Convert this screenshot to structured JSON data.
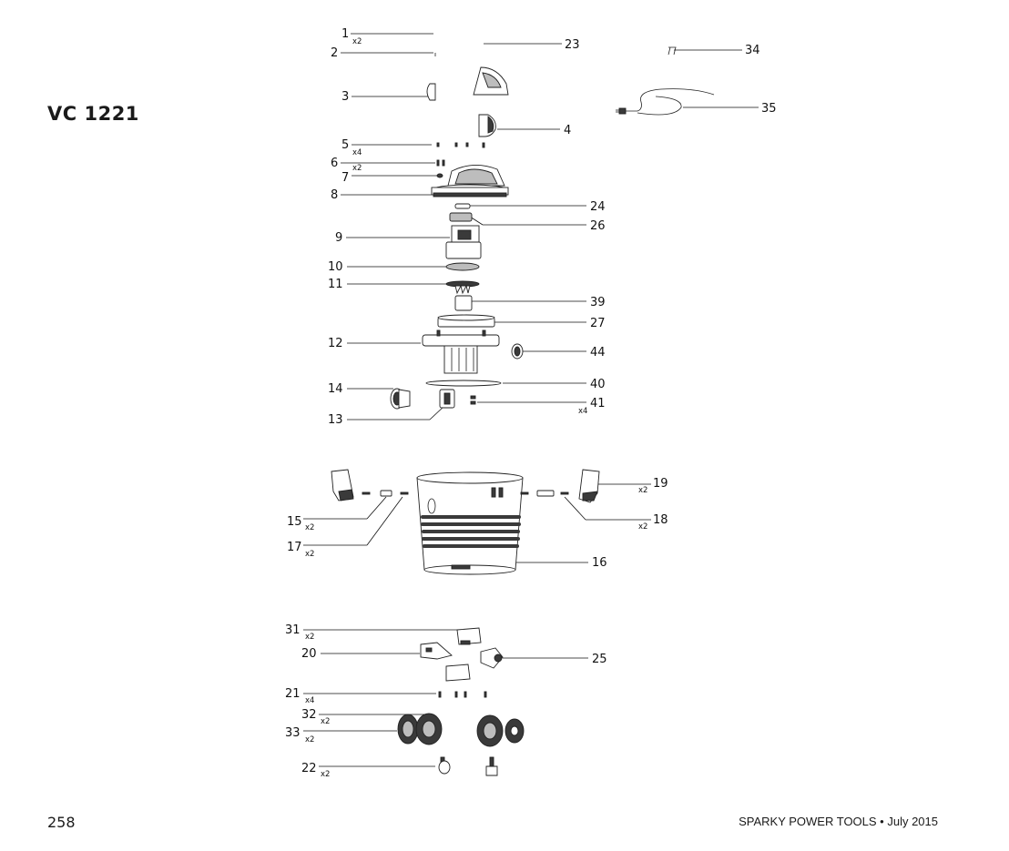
{
  "model": "VC 1221",
  "page_number": "258",
  "footer": "SPARKY POWER TOOLS • July 2015",
  "labels": {
    "n1": "1",
    "n2": "2",
    "n3": "3",
    "n4": "4",
    "n5": "5",
    "n6": "6",
    "n7": "7",
    "n8": "8",
    "n9": "9",
    "n10": "10",
    "n11": "11",
    "n12": "12",
    "n13": "13",
    "n14": "14",
    "n15": "15",
    "n16": "16",
    "n17": "17",
    "n18": "18",
    "n19": "19",
    "n20": "20",
    "n21": "21",
    "n22": "22",
    "n23": "23",
    "n24": "24",
    "n25": "25",
    "n26": "26",
    "n27": "27",
    "n31": "31",
    "n32": "32",
    "n33": "33",
    "n34": "34",
    "n35": "35",
    "n39": "39",
    "n40": "40",
    "n41": "41",
    "n44": "44"
  },
  "quantities": {
    "q1": "x2",
    "q5": "x4",
    "q7": "x2",
    "q15": "x2",
    "q17": "x2",
    "q18": "x2",
    "q19": "x2",
    "q21": "x4",
    "q31": "x2",
    "q32": "x2",
    "q33": "x2",
    "q22": "x2",
    "q41": "x4"
  }
}
